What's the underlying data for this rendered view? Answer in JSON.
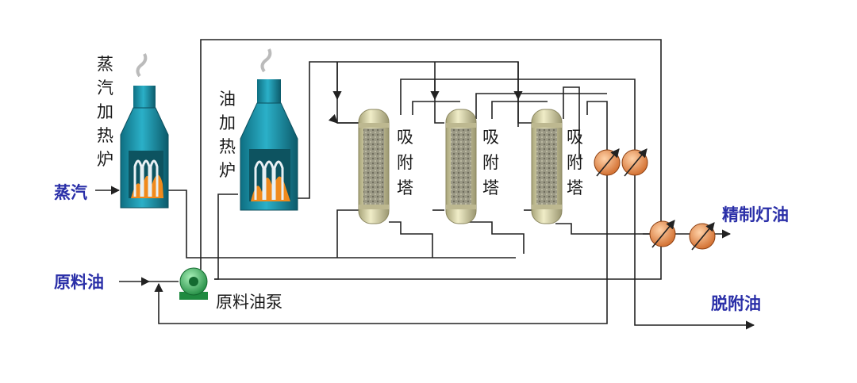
{
  "labels": {
    "steam_furnace": [
      "蒸",
      "汽",
      "加",
      "热",
      "炉"
    ],
    "oil_furnace": [
      "油",
      "加",
      "热",
      "炉"
    ],
    "adsorber_1": [
      "吸",
      "附",
      "塔"
    ],
    "adsorber_2": [
      "吸",
      "附",
      "塔"
    ],
    "adsorber_3": [
      "吸",
      "附",
      "塔"
    ],
    "steam_inlet": "蒸汽",
    "feed_oil": "原料油",
    "feed_pump": "原料油泵",
    "refined_oil": "精制灯油",
    "desorbed_oil": "脱附油"
  },
  "colors": {
    "furnace_body": "#1c8fa6",
    "furnace_dark": "#0d5f70",
    "flame": "#f08a1c",
    "column_body": "#d9d6a8",
    "column_packing": "#8a8a78",
    "exchanger": "#e8925a",
    "pump": "#3ec06a",
    "pipe": "#222222",
    "stream_label": "#2a2fa8"
  },
  "icons": [
    "steam-furnace-icon",
    "oil-furnace-icon",
    "adsorption-column-icon",
    "heat-exchanger-icon",
    "pump-icon"
  ]
}
